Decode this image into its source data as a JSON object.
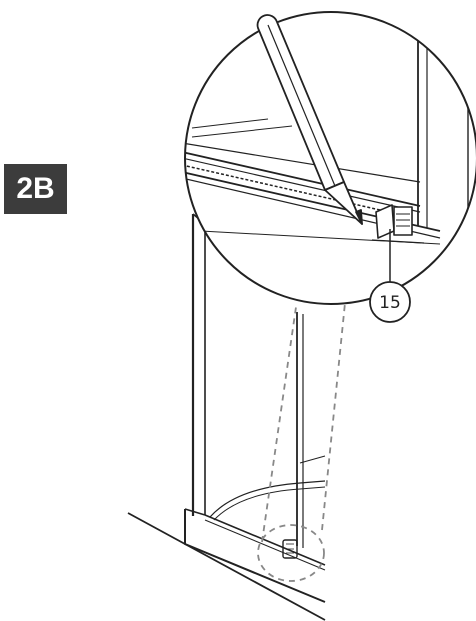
{
  "step": {
    "label": "2B",
    "badge_color": "#3c3c3c"
  },
  "callouts": [
    {
      "number": "15",
      "target": "door-bottom-guide-clip"
    }
  ],
  "icons": [
    "pencil-icon",
    "magnifier-circle",
    "shower-enclosure"
  ],
  "colors": {
    "line": "#222222",
    "dashed_leader": "#888888"
  }
}
